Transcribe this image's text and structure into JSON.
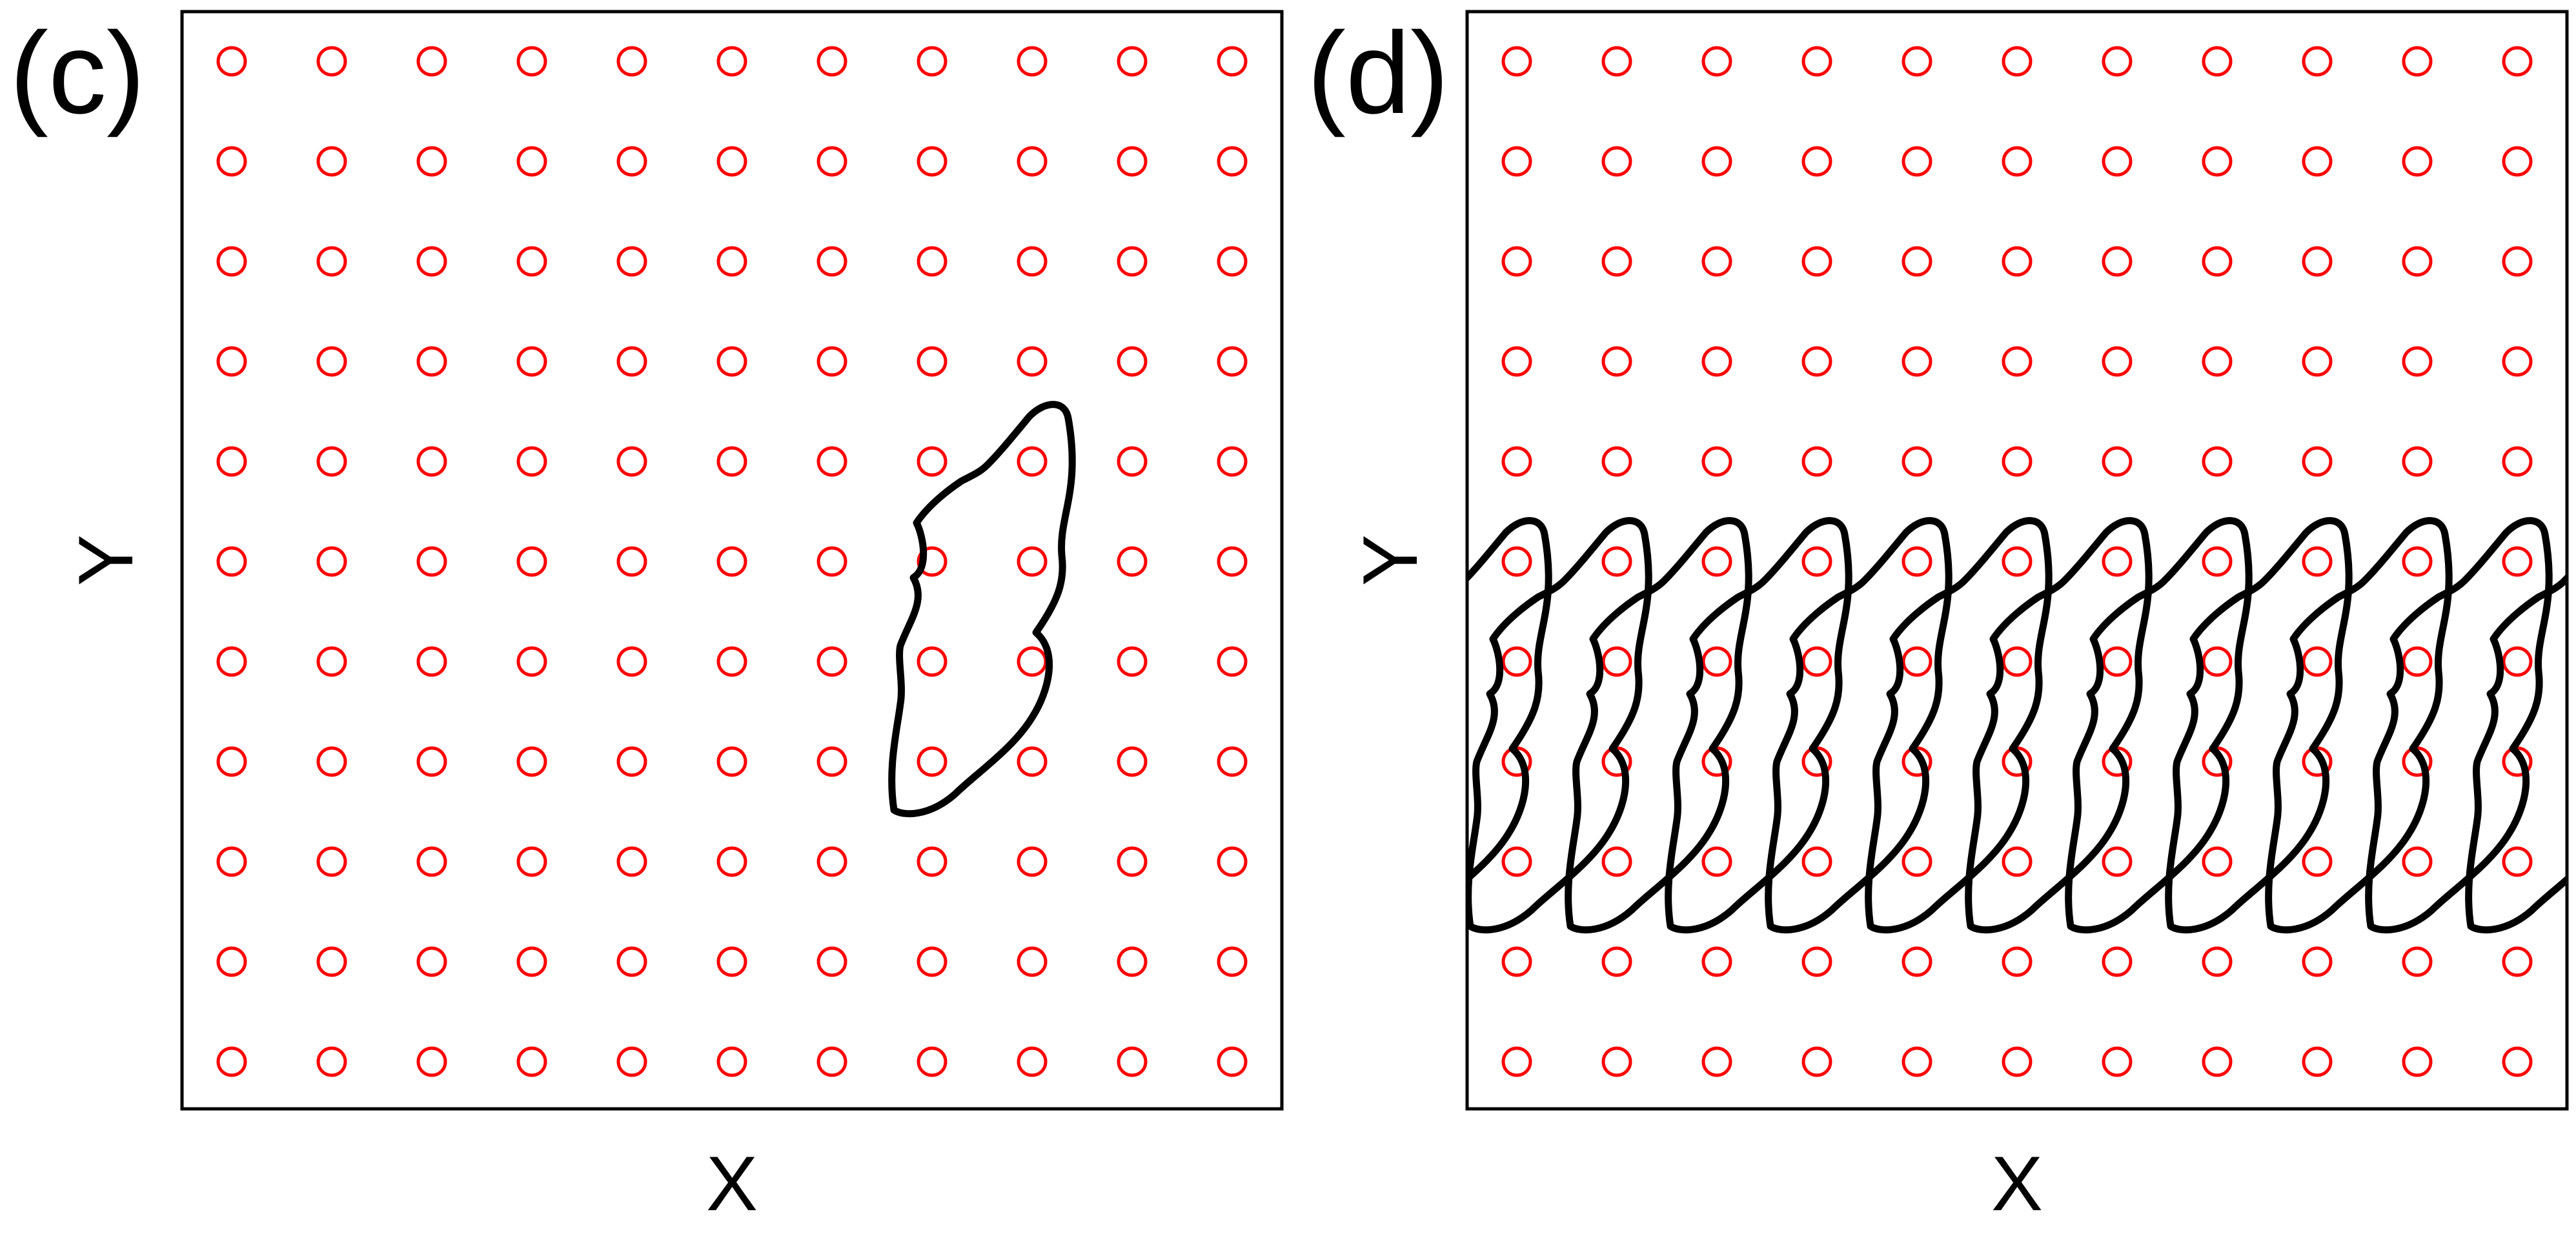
{
  "colors": {
    "particle": "#ff0000",
    "contour": "#000000",
    "frame": "#000000",
    "background": "#ffffff"
  },
  "panels": [
    {
      "id": "c",
      "label": "(c)",
      "xlabel": "X",
      "ylabel": "Y",
      "grid": {
        "cols": 11,
        "rows": 11
      },
      "contours": 1
    },
    {
      "id": "d",
      "label": "(d)",
      "xlabel": "X",
      "ylabel": "Y",
      "grid": {
        "cols": 11,
        "rows": 11
      },
      "contours": 12
    }
  ]
}
